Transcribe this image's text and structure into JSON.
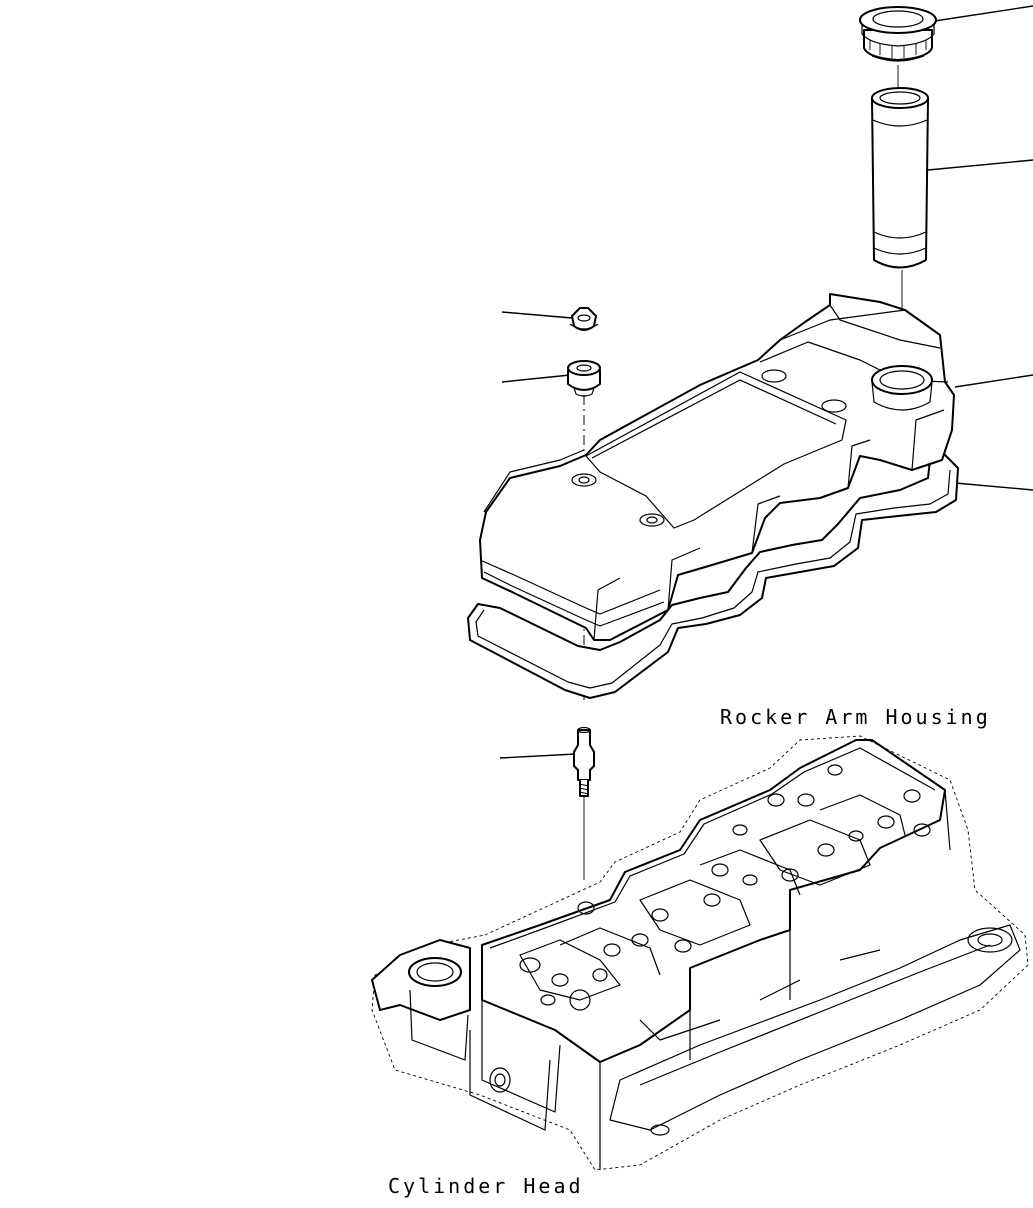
{
  "labels": {
    "rocker_arm_housing": "Rocker Arm Housing",
    "cylinder_head": "Cylinder Head"
  },
  "parts": [
    {
      "name": "oil-filler-cap",
      "icon": "cap-icon"
    },
    {
      "name": "oil-filler-tube",
      "icon": "tube-icon"
    },
    {
      "name": "rocker-cover",
      "icon": "cover-icon"
    },
    {
      "name": "rocker-cover-gasket",
      "icon": "gasket-icon"
    },
    {
      "name": "flange-nut",
      "icon": "nut-icon"
    },
    {
      "name": "isolator-grommet",
      "icon": "grommet-icon"
    },
    {
      "name": "stud",
      "icon": "stud-icon"
    }
  ]
}
